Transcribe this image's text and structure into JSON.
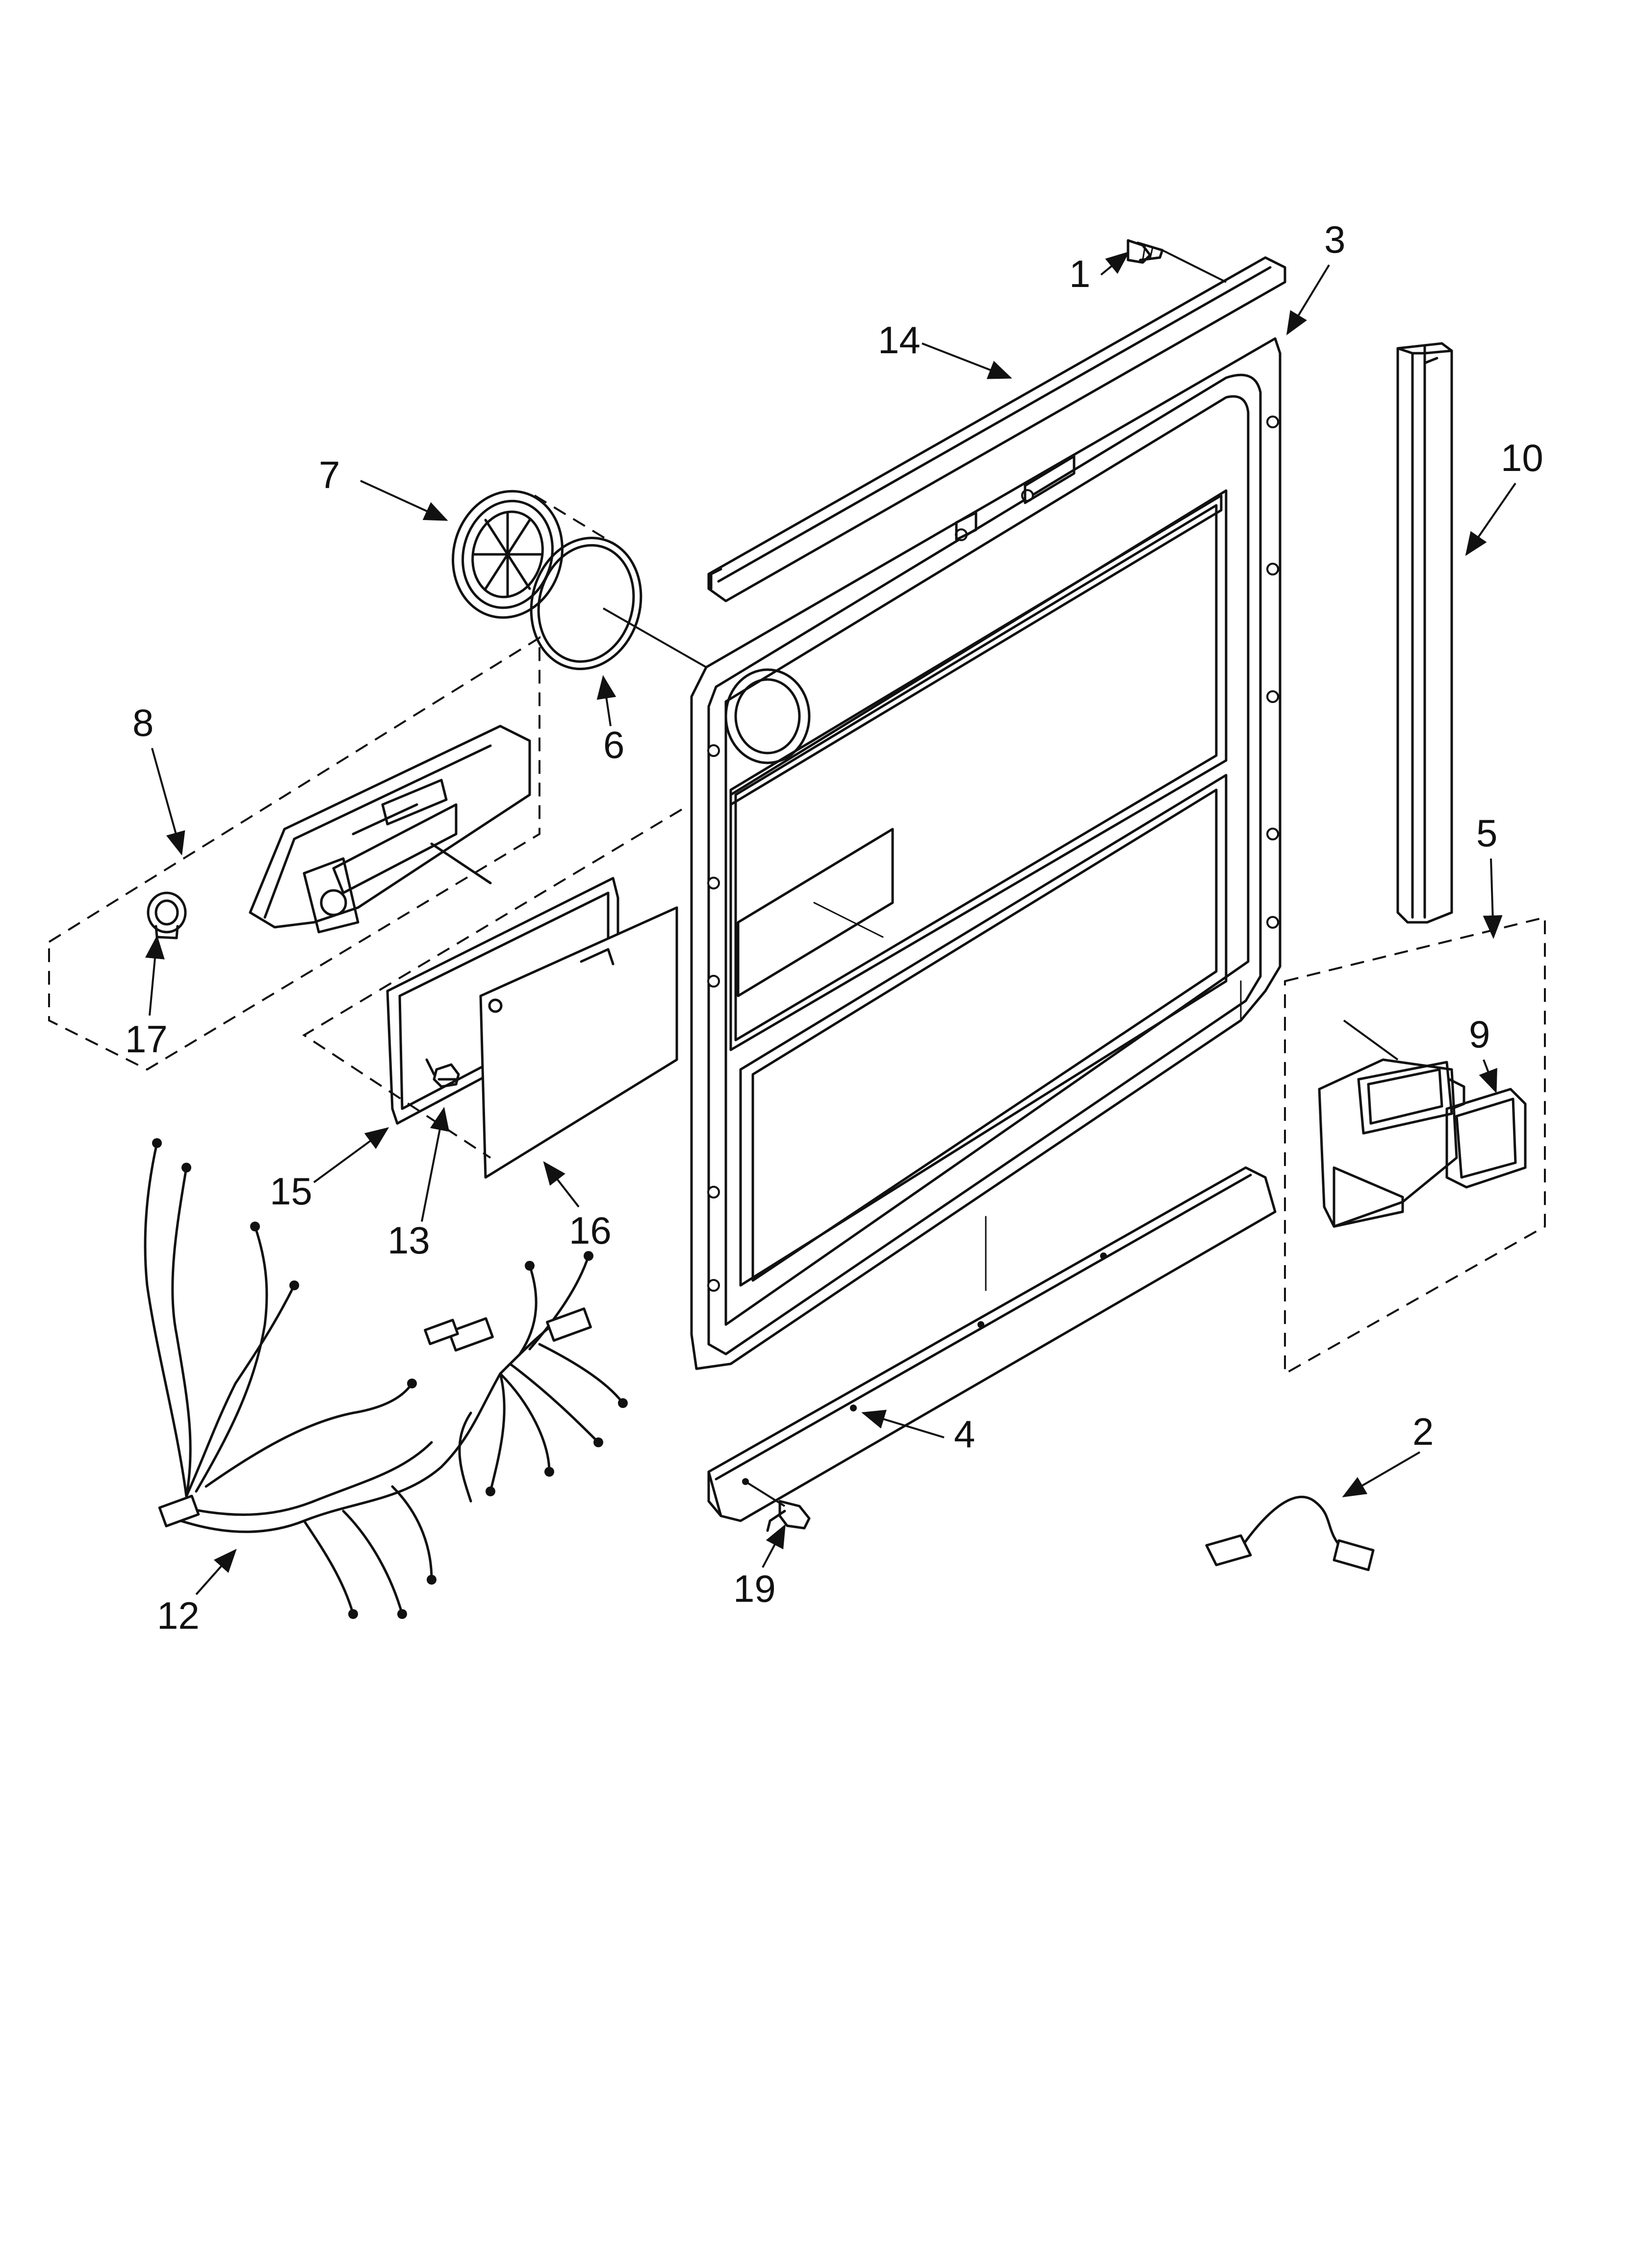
{
  "callouts": [
    {
      "id": "1",
      "text": "1"
    },
    {
      "id": "2",
      "text": "2"
    },
    {
      "id": "3",
      "text": "3"
    },
    {
      "id": "4",
      "text": "4"
    },
    {
      "id": "5",
      "text": "5"
    },
    {
      "id": "6",
      "text": "6"
    },
    {
      "id": "7",
      "text": "7"
    },
    {
      "id": "8",
      "text": "8"
    },
    {
      "id": "9",
      "text": "9"
    },
    {
      "id": "10",
      "text": "10"
    },
    {
      "id": "12",
      "text": "12"
    },
    {
      "id": "13",
      "text": "13"
    },
    {
      "id": "14",
      "text": "14"
    },
    {
      "id": "15",
      "text": "15"
    },
    {
      "id": "16",
      "text": "16"
    },
    {
      "id": "17",
      "text": "17"
    },
    {
      "id": "19",
      "text": "19"
    }
  ]
}
